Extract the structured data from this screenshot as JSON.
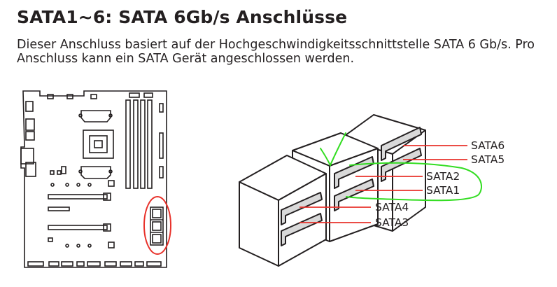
{
  "page": {
    "title": "SATA1~6: SATA 6Gb/s Anschlüsse",
    "description": "Dieser Anschluss basiert auf der Hochgeschwindigkeitsschnittstelle SATA 6 Gb/s. Pro Anschluss kann ein SATA Gerät angeschlossen werden."
  },
  "figure": {
    "connector_labels": [
      "SATA6",
      "SATA5",
      "SATA2",
      "SATA1",
      "SATA4",
      "SATA3"
    ],
    "colors": {
      "callout_line": "#e8322b",
      "board_highlight": "#e8322b",
      "annotation": "#33dd22",
      "outline": "#231f20",
      "connector_fill": "#d9d9d9"
    },
    "icons": [
      "motherboard-diagram",
      "sata-port-highlight-circle",
      "checkmark-annotation",
      "freehand-loop-annotation"
    ]
  }
}
